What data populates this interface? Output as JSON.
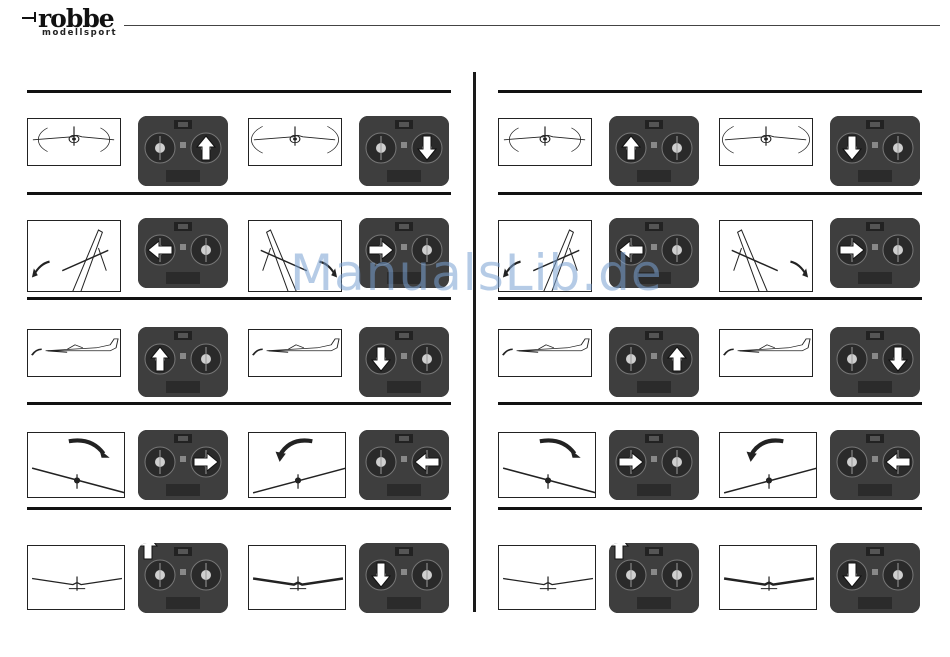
{
  "header": {
    "brand_name": "robbe",
    "brand_sub": "modellsport"
  },
  "watermark": {
    "text": "ManualsLib.de"
  },
  "panels": [
    {
      "side": "left",
      "rows": [
        {
          "motion": "roll",
          "items": [
            {
              "arrow": "up",
              "stick": "right"
            },
            {
              "arrow": "down",
              "stick": "right"
            }
          ]
        },
        {
          "motion": "yaw",
          "items": [
            {
              "arrow": "left",
              "stick": "left"
            },
            {
              "arrow": "right",
              "stick": "left"
            }
          ]
        },
        {
          "motion": "pitch",
          "items": [
            {
              "arrow": "up",
              "stick": "left"
            },
            {
              "arrow": "down",
              "stick": "left"
            }
          ]
        },
        {
          "motion": "bank",
          "items": [
            {
              "arrow": "right",
              "stick": "right"
            },
            {
              "arrow": "left",
              "stick": "right"
            }
          ]
        },
        {
          "motion": "flap",
          "items": [
            {
              "arrow": "up",
              "stick": "outside-left"
            },
            {
              "arrow": "down",
              "stick": "left"
            }
          ]
        }
      ]
    },
    {
      "side": "right",
      "rows": [
        {
          "motion": "roll",
          "items": [
            {
              "arrow": "up",
              "stick": "left"
            },
            {
              "arrow": "down",
              "stick": "left"
            }
          ]
        },
        {
          "motion": "yaw",
          "items": [
            {
              "arrow": "left",
              "stick": "left"
            },
            {
              "arrow": "right",
              "stick": "left"
            }
          ]
        },
        {
          "motion": "pitch",
          "items": [
            {
              "arrow": "up",
              "stick": "right"
            },
            {
              "arrow": "down",
              "stick": "right"
            }
          ]
        },
        {
          "motion": "bank",
          "items": [
            {
              "arrow": "right",
              "stick": "left"
            },
            {
              "arrow": "left",
              "stick": "right"
            }
          ]
        },
        {
          "motion": "flap",
          "items": [
            {
              "arrow": "up",
              "stick": "outside-left"
            },
            {
              "arrow": "down",
              "stick": "left"
            }
          ]
        }
      ]
    }
  ]
}
